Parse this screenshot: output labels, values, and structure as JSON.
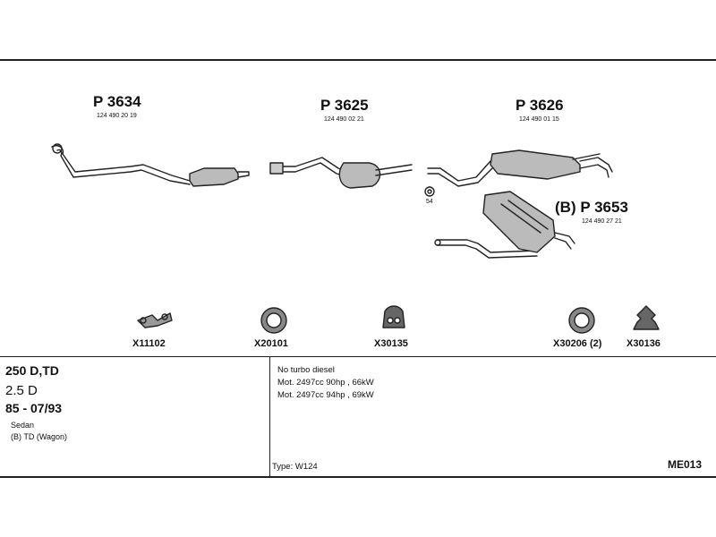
{
  "parts": {
    "p3634": {
      "title": "P 3634",
      "number": "124 490 20 19"
    },
    "p3625": {
      "title": "P 3625",
      "number": "124 490 02 21"
    },
    "p3626": {
      "title": "P 3626",
      "number": "124 490 01 15"
    },
    "p3653": {
      "title": "(B) P 3653",
      "number": "124 490 27 21"
    },
    "clamp_label": "54"
  },
  "fittings": {
    "x11102": "X11102",
    "x20101": "X20101",
    "x30135": "X30135",
    "x30206": "X30206 (2)",
    "x30136": "X30136"
  },
  "vehicle": {
    "model": "250 D,TD",
    "engine": "2.5 D",
    "years": "85 - 07/93",
    "body": "Sedan",
    "body_b": "(B) TD (Wagon)"
  },
  "notes": {
    "line1": "No turbo diesel",
    "line2": "Mot. 2497cc 90hp , 66kW",
    "line3": "Mot. 2497cc 94hp , 69kW",
    "type_label": "Type:",
    "type_value": "W124"
  },
  "code": "ME013"
}
